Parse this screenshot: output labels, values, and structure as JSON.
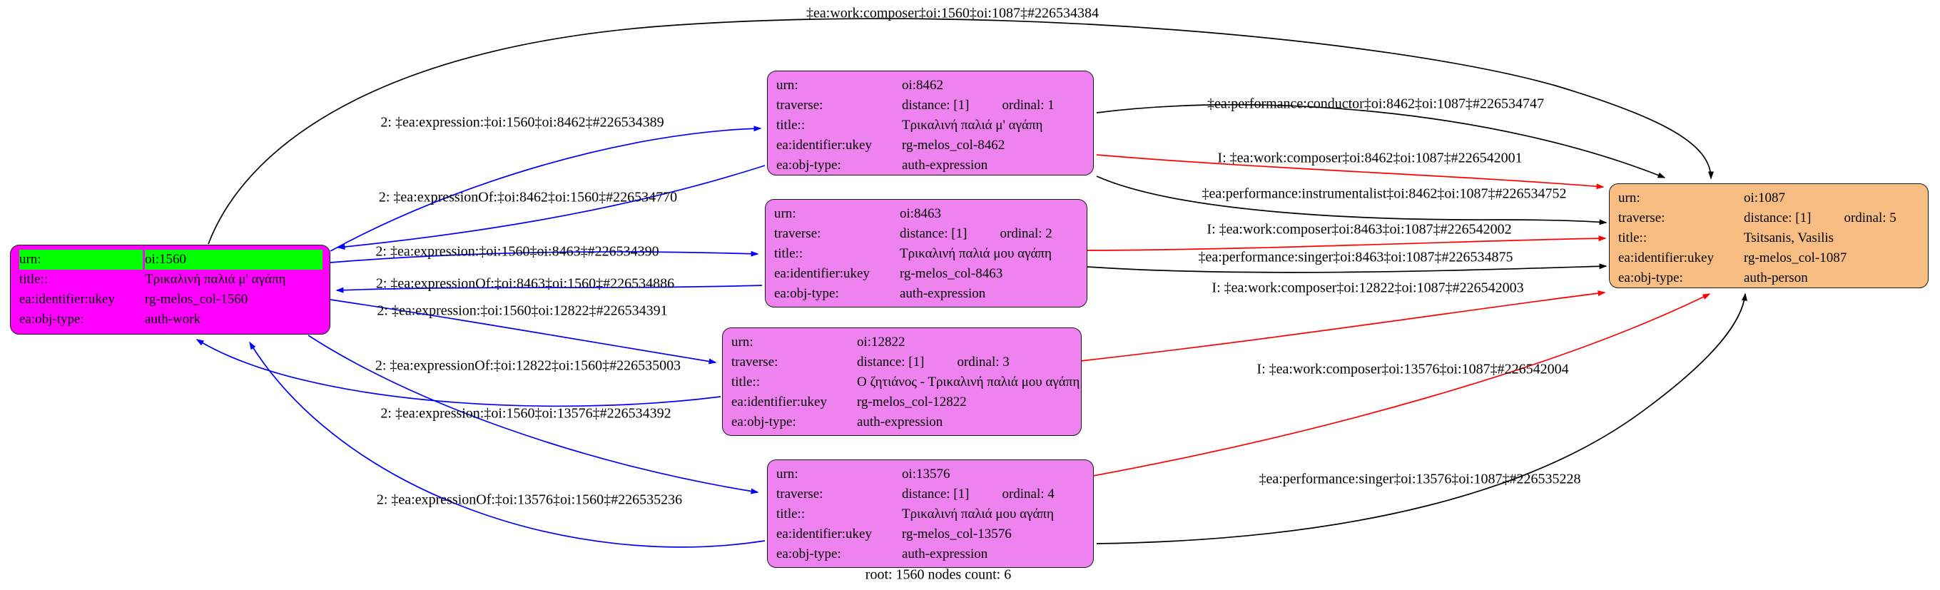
{
  "caption": "root: 1560 nodes count: 6",
  "colors": {
    "root_fill": "#ff00ff",
    "root_highlight": "#00ff00",
    "expression_fill": "#ee82ee",
    "person_fill": "#f7bd82",
    "edge_blue": "#0000ff",
    "edge_red": "#ff0000",
    "edge_black": "#000000"
  },
  "nodes": {
    "n1560": {
      "urn_label": "urn:",
      "urn": "oi:1560",
      "title_label": "title::",
      "title": "Τρικαλινή παλιά μ' αγάπη",
      "ukey_label": "ea:identifier:ukey",
      "ukey": "rg-melos_col-1560",
      "objtype_label": "ea:obj-type:",
      "objtype": "auth-work"
    },
    "n8462": {
      "urn_label": "urn:",
      "urn": "oi:8462",
      "traverse_label": "traverse:",
      "distance": "distance: [1]",
      "ordinal": "ordinal: 1",
      "title_label": "title::",
      "title": "Τρικαλινή παλιά μ' αγάπη",
      "ukey_label": "ea:identifier:ukey",
      "ukey": "rg-melos_col-8462",
      "objtype_label": "ea:obj-type:",
      "objtype": "auth-expression"
    },
    "n8463": {
      "urn_label": "urn:",
      "urn": "oi:8463",
      "traverse_label": "traverse:",
      "distance": "distance: [1]",
      "ordinal": "ordinal: 2",
      "title_label": "title::",
      "title": "Τρικαλινή παλιά μου αγάπη",
      "ukey_label": "ea:identifier:ukey",
      "ukey": "rg-melos_col-8463",
      "objtype_label": "ea:obj-type:",
      "objtype": "auth-expression"
    },
    "n12822": {
      "urn_label": "urn:",
      "urn": "oi:12822",
      "traverse_label": "traverse:",
      "distance": "distance: [1]",
      "ordinal": "ordinal: 3",
      "title_label": "title::",
      "title": "Ο ζητιάνος - Τρικαλινή παλιά μου αγάπη",
      "ukey_label": "ea:identifier:ukey",
      "ukey": "rg-melos_col-12822",
      "objtype_label": "ea:obj-type:",
      "objtype": "auth-expression"
    },
    "n13576": {
      "urn_label": "urn:",
      "urn": "oi:13576",
      "traverse_label": "traverse:",
      "distance": "distance: [1]",
      "ordinal": "ordinal: 4",
      "title_label": "title::",
      "title": "Τρικαλινή παλιά μου αγάπη",
      "ukey_label": "ea:identifier:ukey",
      "ukey": "rg-melos_col-13576",
      "objtype_label": "ea:obj-type:",
      "objtype": "auth-expression"
    },
    "n1087": {
      "urn_label": "urn:",
      "urn": "oi:1087",
      "traverse_label": "traverse:",
      "distance": "distance: [1]",
      "ordinal": "ordinal: 5",
      "title_label": "title::",
      "title": "Tsitsanis, Vasilis",
      "ukey_label": "ea:identifier:ukey",
      "ukey": "rg-melos_col-1087",
      "objtype_label": "ea:obj-type:",
      "objtype": "auth-person"
    }
  },
  "edges": [
    {
      "id": "work-composer-1560-1087",
      "label": "‡ea:work:composer‡oi:1560‡oi:1087‡#226534384",
      "color": "#000000"
    },
    {
      "id": "expression-1560-8462",
      "label": "2: ‡ea:expression:‡oi:1560‡oi:8462‡#226534389",
      "color": "#0000ff"
    },
    {
      "id": "expressionOf-8462-1560",
      "label": "2: ‡ea:expressionOf:‡oi:8462‡oi:1560‡#226534770",
      "color": "#0000ff"
    },
    {
      "id": "expression-1560-8463",
      "label": "2: ‡ea:expression:‡oi:1560‡oi:8463‡#226534390",
      "color": "#0000ff"
    },
    {
      "id": "expressionOf-8463-1560",
      "label": "2: ‡ea:expressionOf:‡oi:8463‡oi:1560‡#226534886",
      "color": "#0000ff"
    },
    {
      "id": "expression-1560-12822",
      "label": "2: ‡ea:expression:‡oi:1560‡oi:12822‡#226534391",
      "color": "#0000ff"
    },
    {
      "id": "expressionOf-12822-1560",
      "label": "2: ‡ea:expressionOf:‡oi:12822‡oi:1560‡#226535003",
      "color": "#0000ff"
    },
    {
      "id": "expression-1560-13576",
      "label": "2: ‡ea:expression:‡oi:1560‡oi:13576‡#226534392",
      "color": "#0000ff"
    },
    {
      "id": "expressionOf-13576-1560",
      "label": "2: ‡ea:expressionOf:‡oi:13576‡oi:1560‡#226535236",
      "color": "#0000ff"
    },
    {
      "id": "performance-conductor-8462-1087",
      "label": "‡ea:performance:conductor‡oi:8462‡oi:1087‡#226534747",
      "color": "#000000"
    },
    {
      "id": "work-composer-8462-1087",
      "label": "I: ‡ea:work:composer‡oi:8462‡oi:1087‡#226542001",
      "color": "#ff0000"
    },
    {
      "id": "performance-instrumentalist-8462-1087",
      "label": "‡ea:performance:instrumentalist‡oi:8462‡oi:1087‡#226534752",
      "color": "#000000"
    },
    {
      "id": "work-composer-8463-1087",
      "label": "I: ‡ea:work:composer‡oi:8463‡oi:1087‡#226542002",
      "color": "#ff0000"
    },
    {
      "id": "performance-singer-8463-1087",
      "label": "‡ea:performance:singer‡oi:8463‡oi:1087‡#226534875",
      "color": "#000000"
    },
    {
      "id": "work-composer-12822-1087",
      "label": "I: ‡ea:work:composer‡oi:12822‡oi:1087‡#226542003",
      "color": "#ff0000"
    },
    {
      "id": "work-composer-13576-1087",
      "label": "I: ‡ea:work:composer‡oi:13576‡oi:1087‡#226542004",
      "color": "#ff0000"
    },
    {
      "id": "performance-singer-13576-1087",
      "label": "‡ea:performance:singer‡oi:13576‡oi:1087‡#226535228",
      "color": "#000000"
    }
  ]
}
